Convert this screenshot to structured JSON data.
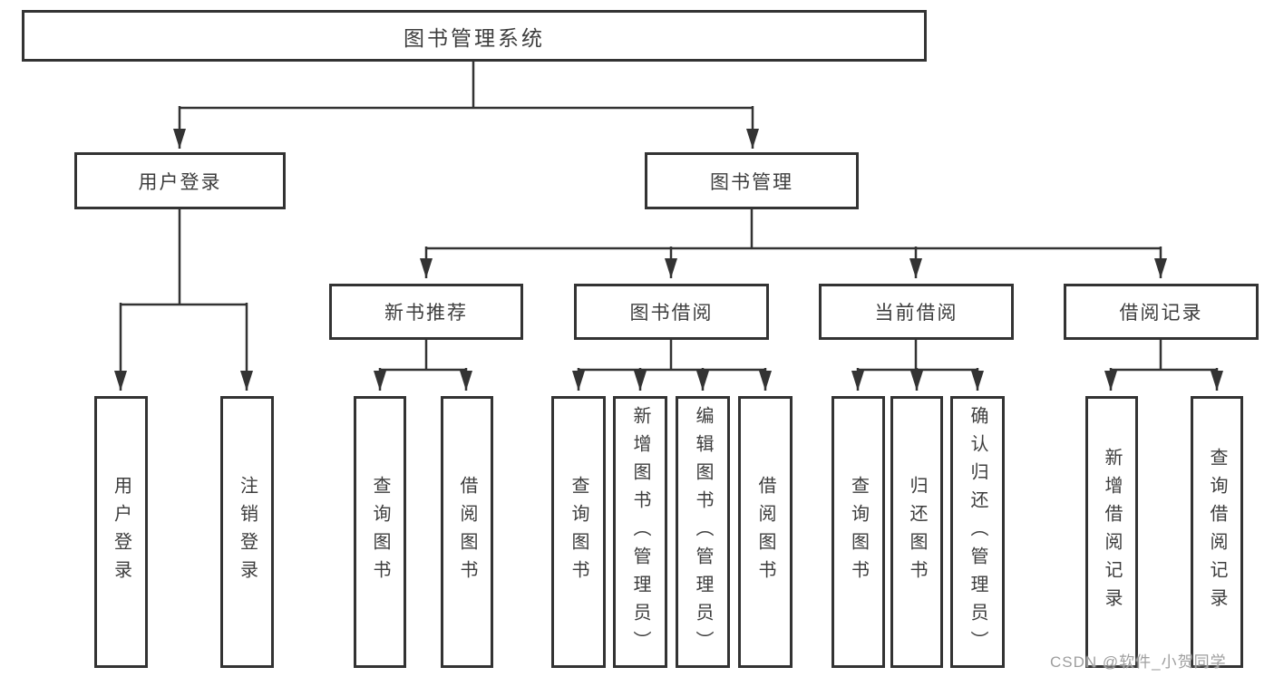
{
  "tree": {
    "root": {
      "label": "图书管理系统",
      "children": [
        {
          "label": "用户登录",
          "children": [
            {
              "label": "用户登录"
            },
            {
              "label": "注销登录"
            }
          ]
        },
        {
          "label": "图书管理",
          "children": [
            {
              "label": "新书推荐",
              "children": [
                {
                  "label": "查询图书"
                },
                {
                  "label": "借阅图书"
                }
              ]
            },
            {
              "label": "图书借阅",
              "children": [
                {
                  "label": "查询图书"
                },
                {
                  "label": "新增图书（管理员）"
                },
                {
                  "label": "编辑图书（管理员）"
                },
                {
                  "label": "借阅图书"
                }
              ]
            },
            {
              "label": "当前借阅",
              "children": [
                {
                  "label": "查询图书"
                },
                {
                  "label": "归还图书"
                },
                {
                  "label": "确认归还（管理员）"
                }
              ]
            },
            {
              "label": "借阅记录",
              "children": [
                {
                  "label": "新增借阅记录"
                },
                {
                  "label": "查询借阅记录"
                }
              ]
            }
          ]
        }
      ]
    }
  },
  "watermark": {
    "text": "CSDN @软件_小贺同学"
  },
  "colors": {
    "line": "#333333",
    "box_border": "#333333",
    "text": "#3d3d3d",
    "watermark": "#9e9e9e",
    "background": "#ffffff"
  }
}
